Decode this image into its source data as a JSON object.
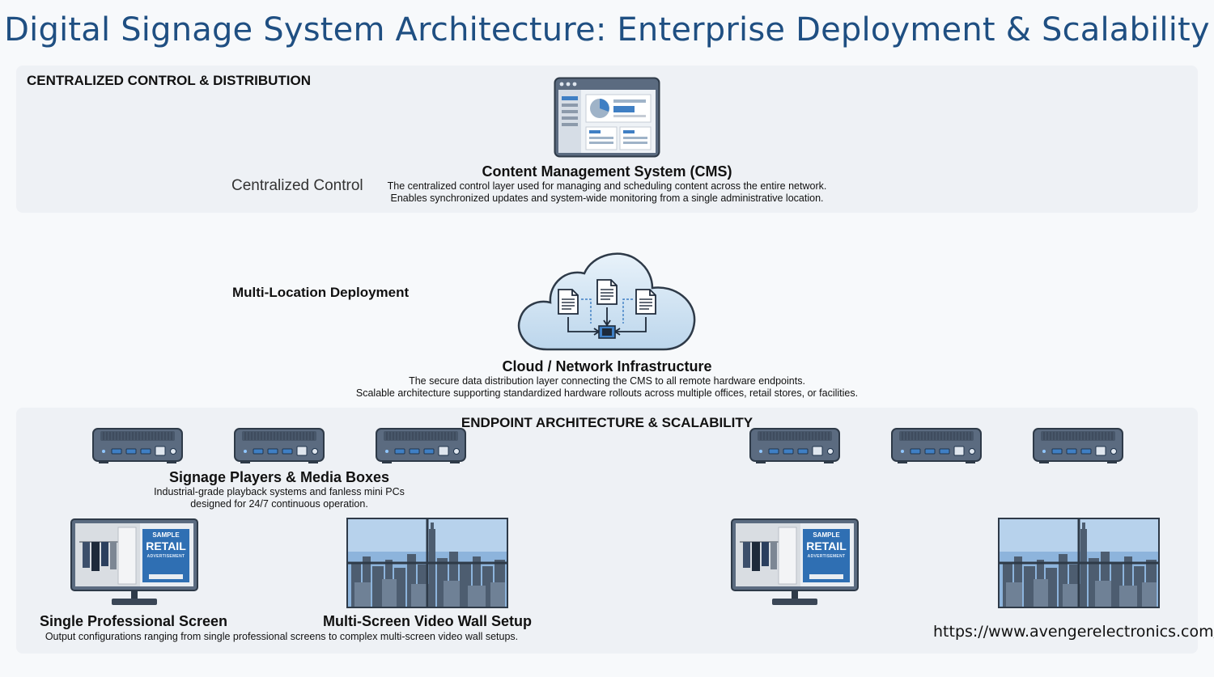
{
  "title": "Digital Signage System Architecture: Enterprise Deployment & Scalability",
  "control_section": {
    "label": "CENTRALIZED CONTROL & DISTRIBUTION",
    "side_label": "Centralized Control",
    "cms": {
      "title": "Content Management System (CMS)",
      "desc_line1": "The centralized control layer used for managing and scheduling content across the entire network.",
      "desc_line2": "Enables synchronized updates and system-wide monitoring from a single administrative location.",
      "icon": "dashboard-monitor-icon"
    }
  },
  "network_section": {
    "side_label": "Multi-Location Deployment",
    "cloud": {
      "title": "Cloud / Network Infrastructure",
      "desc_line1": "The secure data distribution layer connecting the CMS to all remote hardware endpoints.",
      "desc_line2": "Scalable architecture supporting standardized hardware rollouts across multiple offices, retail stores, or facilities.",
      "icon": "cloud-icon"
    }
  },
  "endpoint_section": {
    "label": "ENDPOINT ARCHITECTURE & SCALABILITY",
    "players": {
      "title": "Signage Players & Media Boxes",
      "desc_line1": "Industrial-grade playback systems and fanless mini PCs",
      "desc_line2": "designed for 24/7 continuous operation.",
      "icon": "media-player-box-icon"
    },
    "single_screen": {
      "title": "Single Professional Screen",
      "screen_tag": "SAMPLE",
      "screen_heading": "RETAIL",
      "screen_sub": "ADVERTISEMENT",
      "icon": "display-monitor-icon"
    },
    "video_wall": {
      "title": "Multi-Screen Video Wall Setup",
      "icon": "video-wall-icon"
    },
    "output_desc": "Output configurations ranging from single professional screens to complex multi-screen video wall setups."
  },
  "url": "https://www.avengerelectronics.com/",
  "colors": {
    "title": "#1f4f82",
    "panel": "#eef1f5",
    "device": "#5b6b80",
    "accent": "#3f7fc4",
    "cloud": "#cfe3f3"
  }
}
